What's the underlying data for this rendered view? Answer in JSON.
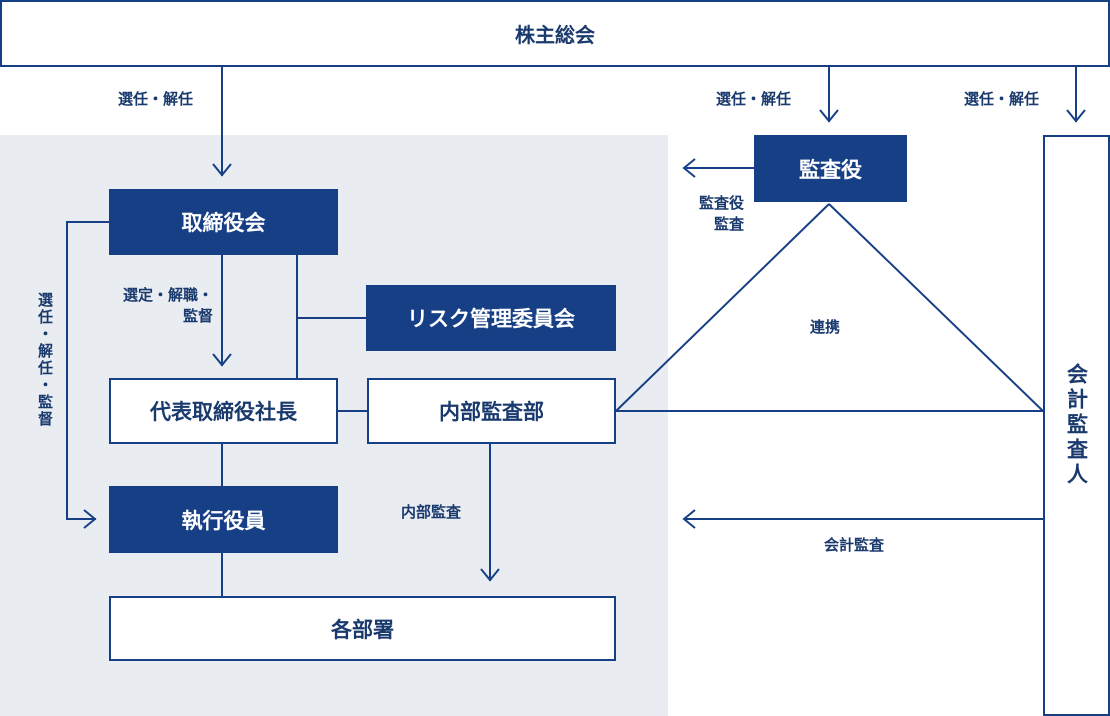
{
  "boxes": {
    "shareholders_meeting": "株主総会",
    "board_of_directors": "取締役会",
    "risk_committee": "リスク管理委員会",
    "president": "代表取締役社長",
    "internal_audit_dept": "内部監査部",
    "executive_officers": "執行役員",
    "departments": "各部署",
    "auditor": "監査役",
    "accounting_auditor": "会計監査人"
  },
  "labels": {
    "elect_dismiss_board": "選任・解任",
    "elect_dismiss_auditor": "選任・解任",
    "elect_dismiss_accounting": "選任・解任",
    "select_dismiss_supervise_1": "選定・解職・",
    "select_dismiss_supervise_2": "監督",
    "elect_dismiss_supervise_vertical": "選任・解任・監督",
    "auditor_audit_1": "監査役",
    "auditor_audit_2": "監査",
    "cooperation": "連携",
    "internal_audit": "内部監査",
    "accounting_audit": "会計監査"
  },
  "colors": {
    "navy": "#163f86",
    "text": "#1a3a6e",
    "shade": "#e9edf2"
  }
}
